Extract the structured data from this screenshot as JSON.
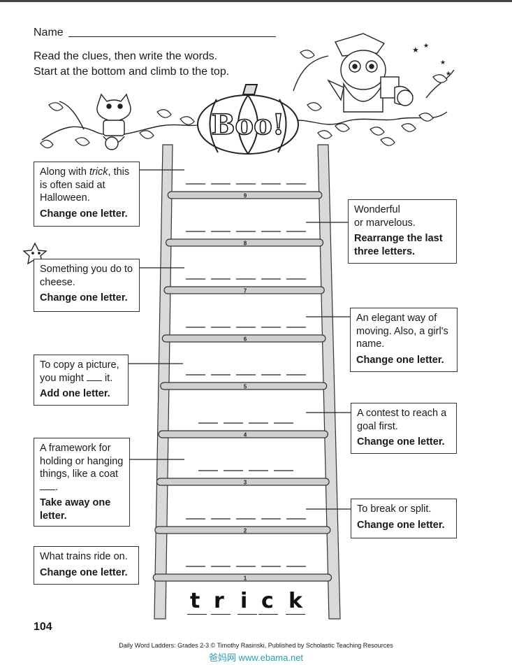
{
  "header": {
    "name_label": "Name",
    "instruction_line1": "Read the clues, then write the words.",
    "instruction_line2": "Start at the bottom and climb to the top."
  },
  "illustration": {
    "pumpkin_text": "Boo!"
  },
  "rungs": [
    "9",
    "8",
    "7",
    "6",
    "5",
    "4",
    "3",
    "2",
    "1"
  ],
  "clues": [
    {
      "rung": "9",
      "line1_pre": "Along with ",
      "line1_em": "trick",
      "line1_post": ", this",
      "line2": "is often said at",
      "line3": "Halloween.",
      "change": "Change one letter."
    },
    {
      "rung": "8",
      "line1": "Wonderful",
      "line2": "or marvelous.",
      "change_line1": "Rearrange the last",
      "change_line2": "three letters."
    },
    {
      "rung": "7",
      "line1": "Something you do to",
      "line2": "cheese.",
      "change": "Change one letter."
    },
    {
      "rung": "6",
      "line1": "An elegant way of",
      "line2": "moving. Also, a girl's",
      "line3": "name.",
      "change": "Change one letter."
    },
    {
      "rung": "5",
      "line1": "To copy a picture,",
      "line2_pre": "you might",
      "line2_post": "it.",
      "change": "Add one letter."
    },
    {
      "rung": "4",
      "line1": "A contest to reach a",
      "line2": "goal first.",
      "change": "Change one letter."
    },
    {
      "rung": "3",
      "line1": "A framework for",
      "line2": "holding or hanging",
      "line3": "things, like a coat",
      "line4": ".",
      "change_line1": "Take away one",
      "change_line2": "letter."
    },
    {
      "rung": "2",
      "line1": "To break or split.",
      "change": "Change one letter."
    },
    {
      "rung": "1",
      "line1": "What trains ride on.",
      "change": "Change one letter."
    }
  ],
  "start_word": [
    "t",
    "r",
    "i",
    "c",
    "k"
  ],
  "page_number": "104",
  "footer": "Daily Word Ladders: Grades 2-3 © Timothy Rasinski, Published by Scholastic Teaching Resources",
  "watermark": "爸妈网 www.ebama.net"
}
